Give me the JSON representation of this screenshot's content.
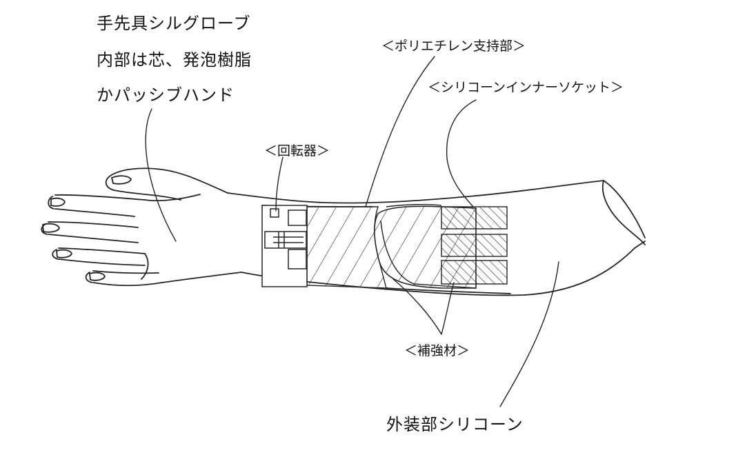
{
  "notes": {
    "line1": "手先具シルグローブ",
    "line2": "内部は芯、発泡樹脂",
    "line3": "かパッシブハンド"
  },
  "labels": {
    "polyethylene_support": "＜ポリエチレン支持部＞",
    "silicone_inner_socket": "＜シリコーンインナーソケット＞",
    "rotator": "＜回転器＞",
    "reinforcement": "＜補強材＞",
    "outer_silicone": "外装部シリコーン"
  }
}
